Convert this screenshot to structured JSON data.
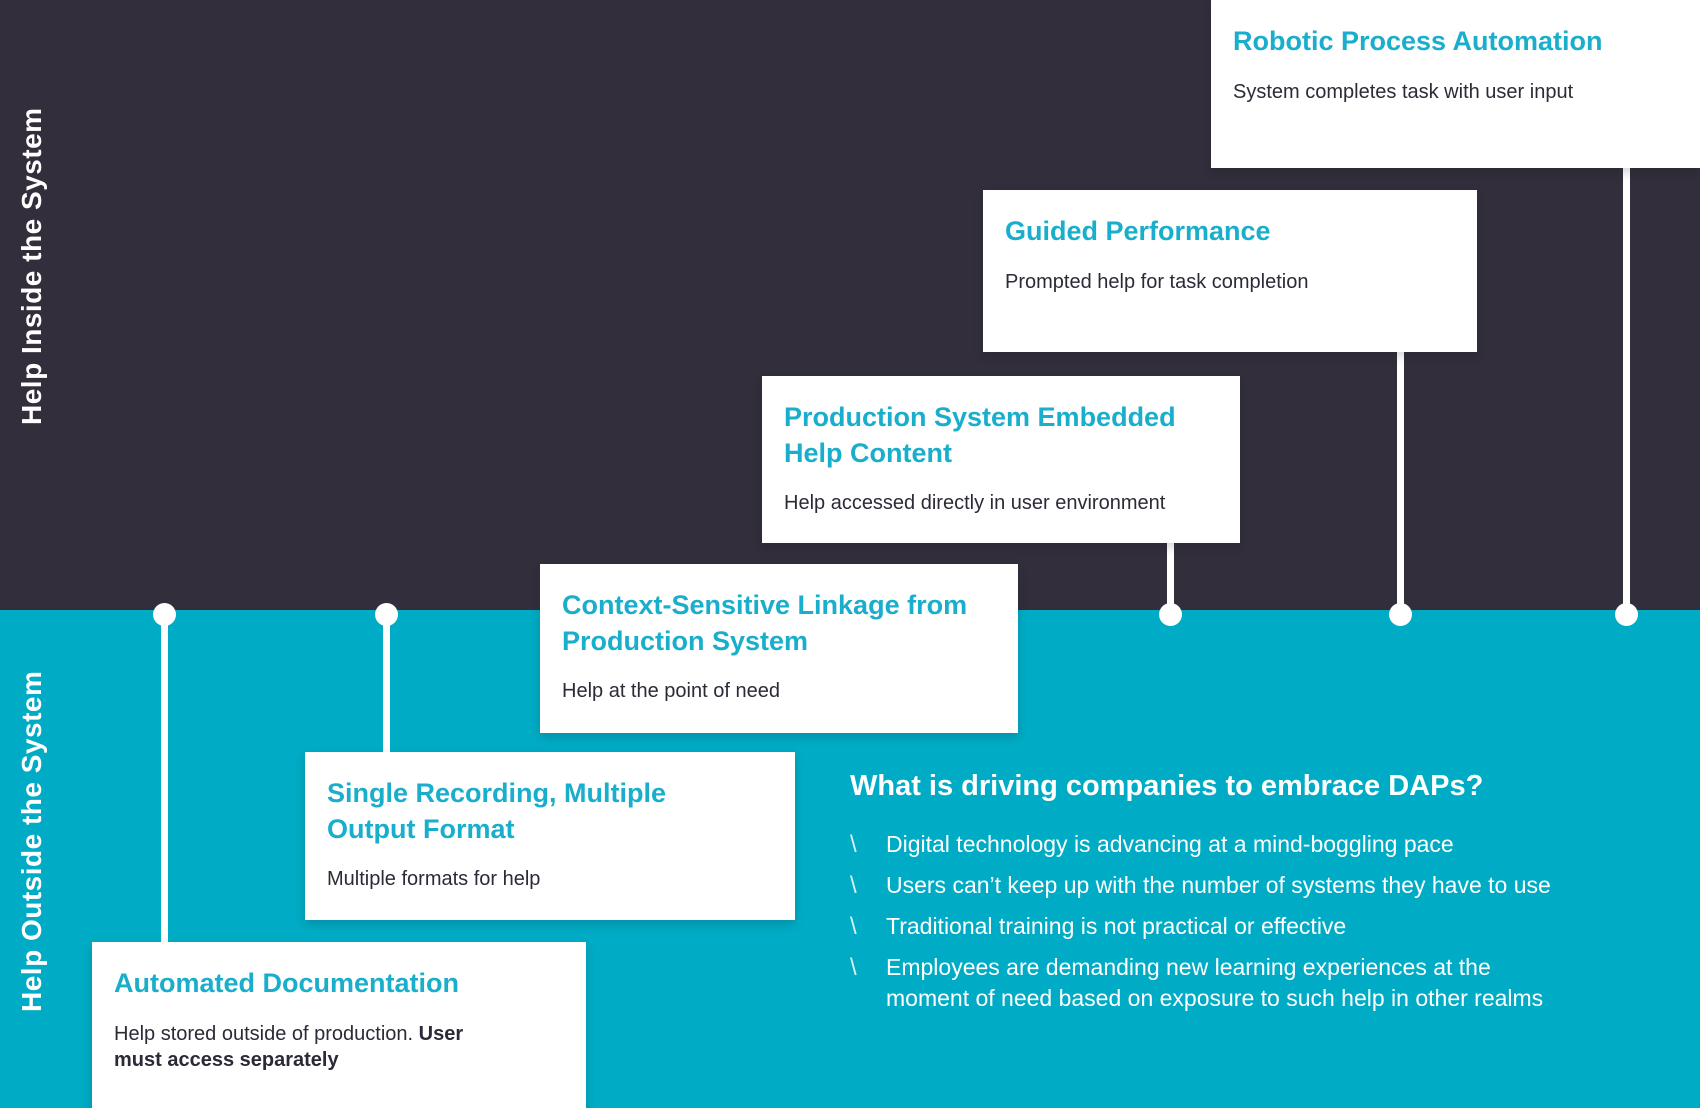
{
  "colors": {
    "dark_background": "#322E3B",
    "teal_background": "#00ACC5",
    "card_title_accent": "#19AECB",
    "card_body_text": "#2D2A37",
    "connector_white": "#FFFFFF"
  },
  "section_labels": {
    "inside": {
      "pre": "Help ",
      "emph": "Inside",
      "post": " the System"
    },
    "outside": {
      "pre": "Help ",
      "emph": "Outside",
      "post": " the System"
    }
  },
  "cards": [
    {
      "title": "Automated Documentation",
      "body": "Help stored outside of production. ",
      "body_bold_inline": "User",
      "body_bold_line": "must access separately"
    },
    {
      "title": "Single Recording, Multiple\nOutput Format",
      "body": "Multiple formats for help"
    },
    {
      "title": "Context-Sensitive Linkage from\nProduction System",
      "body": "Help at the point of need"
    },
    {
      "title": "Production System Embedded\nHelp Content",
      "body": "Help accessed directly in user environment"
    },
    {
      "title": "Guided Performance",
      "body": "Prompted help for task completion"
    },
    {
      "title": "Robotic Process Automation",
      "body": "System completes task with user input"
    }
  ],
  "driving": {
    "heading": "What is driving companies to embrace DAPs?",
    "bullet_glyph": "\\",
    "bullets": [
      "Digital technology is advancing at a mind-boggling pace",
      "Users can’t keep up with the number of systems they have to use",
      "Traditional training is not practical or effective",
      "Employees are demanding new learning experiences at the\nmoment of need based on exposure to such help in other realms"
    ]
  }
}
